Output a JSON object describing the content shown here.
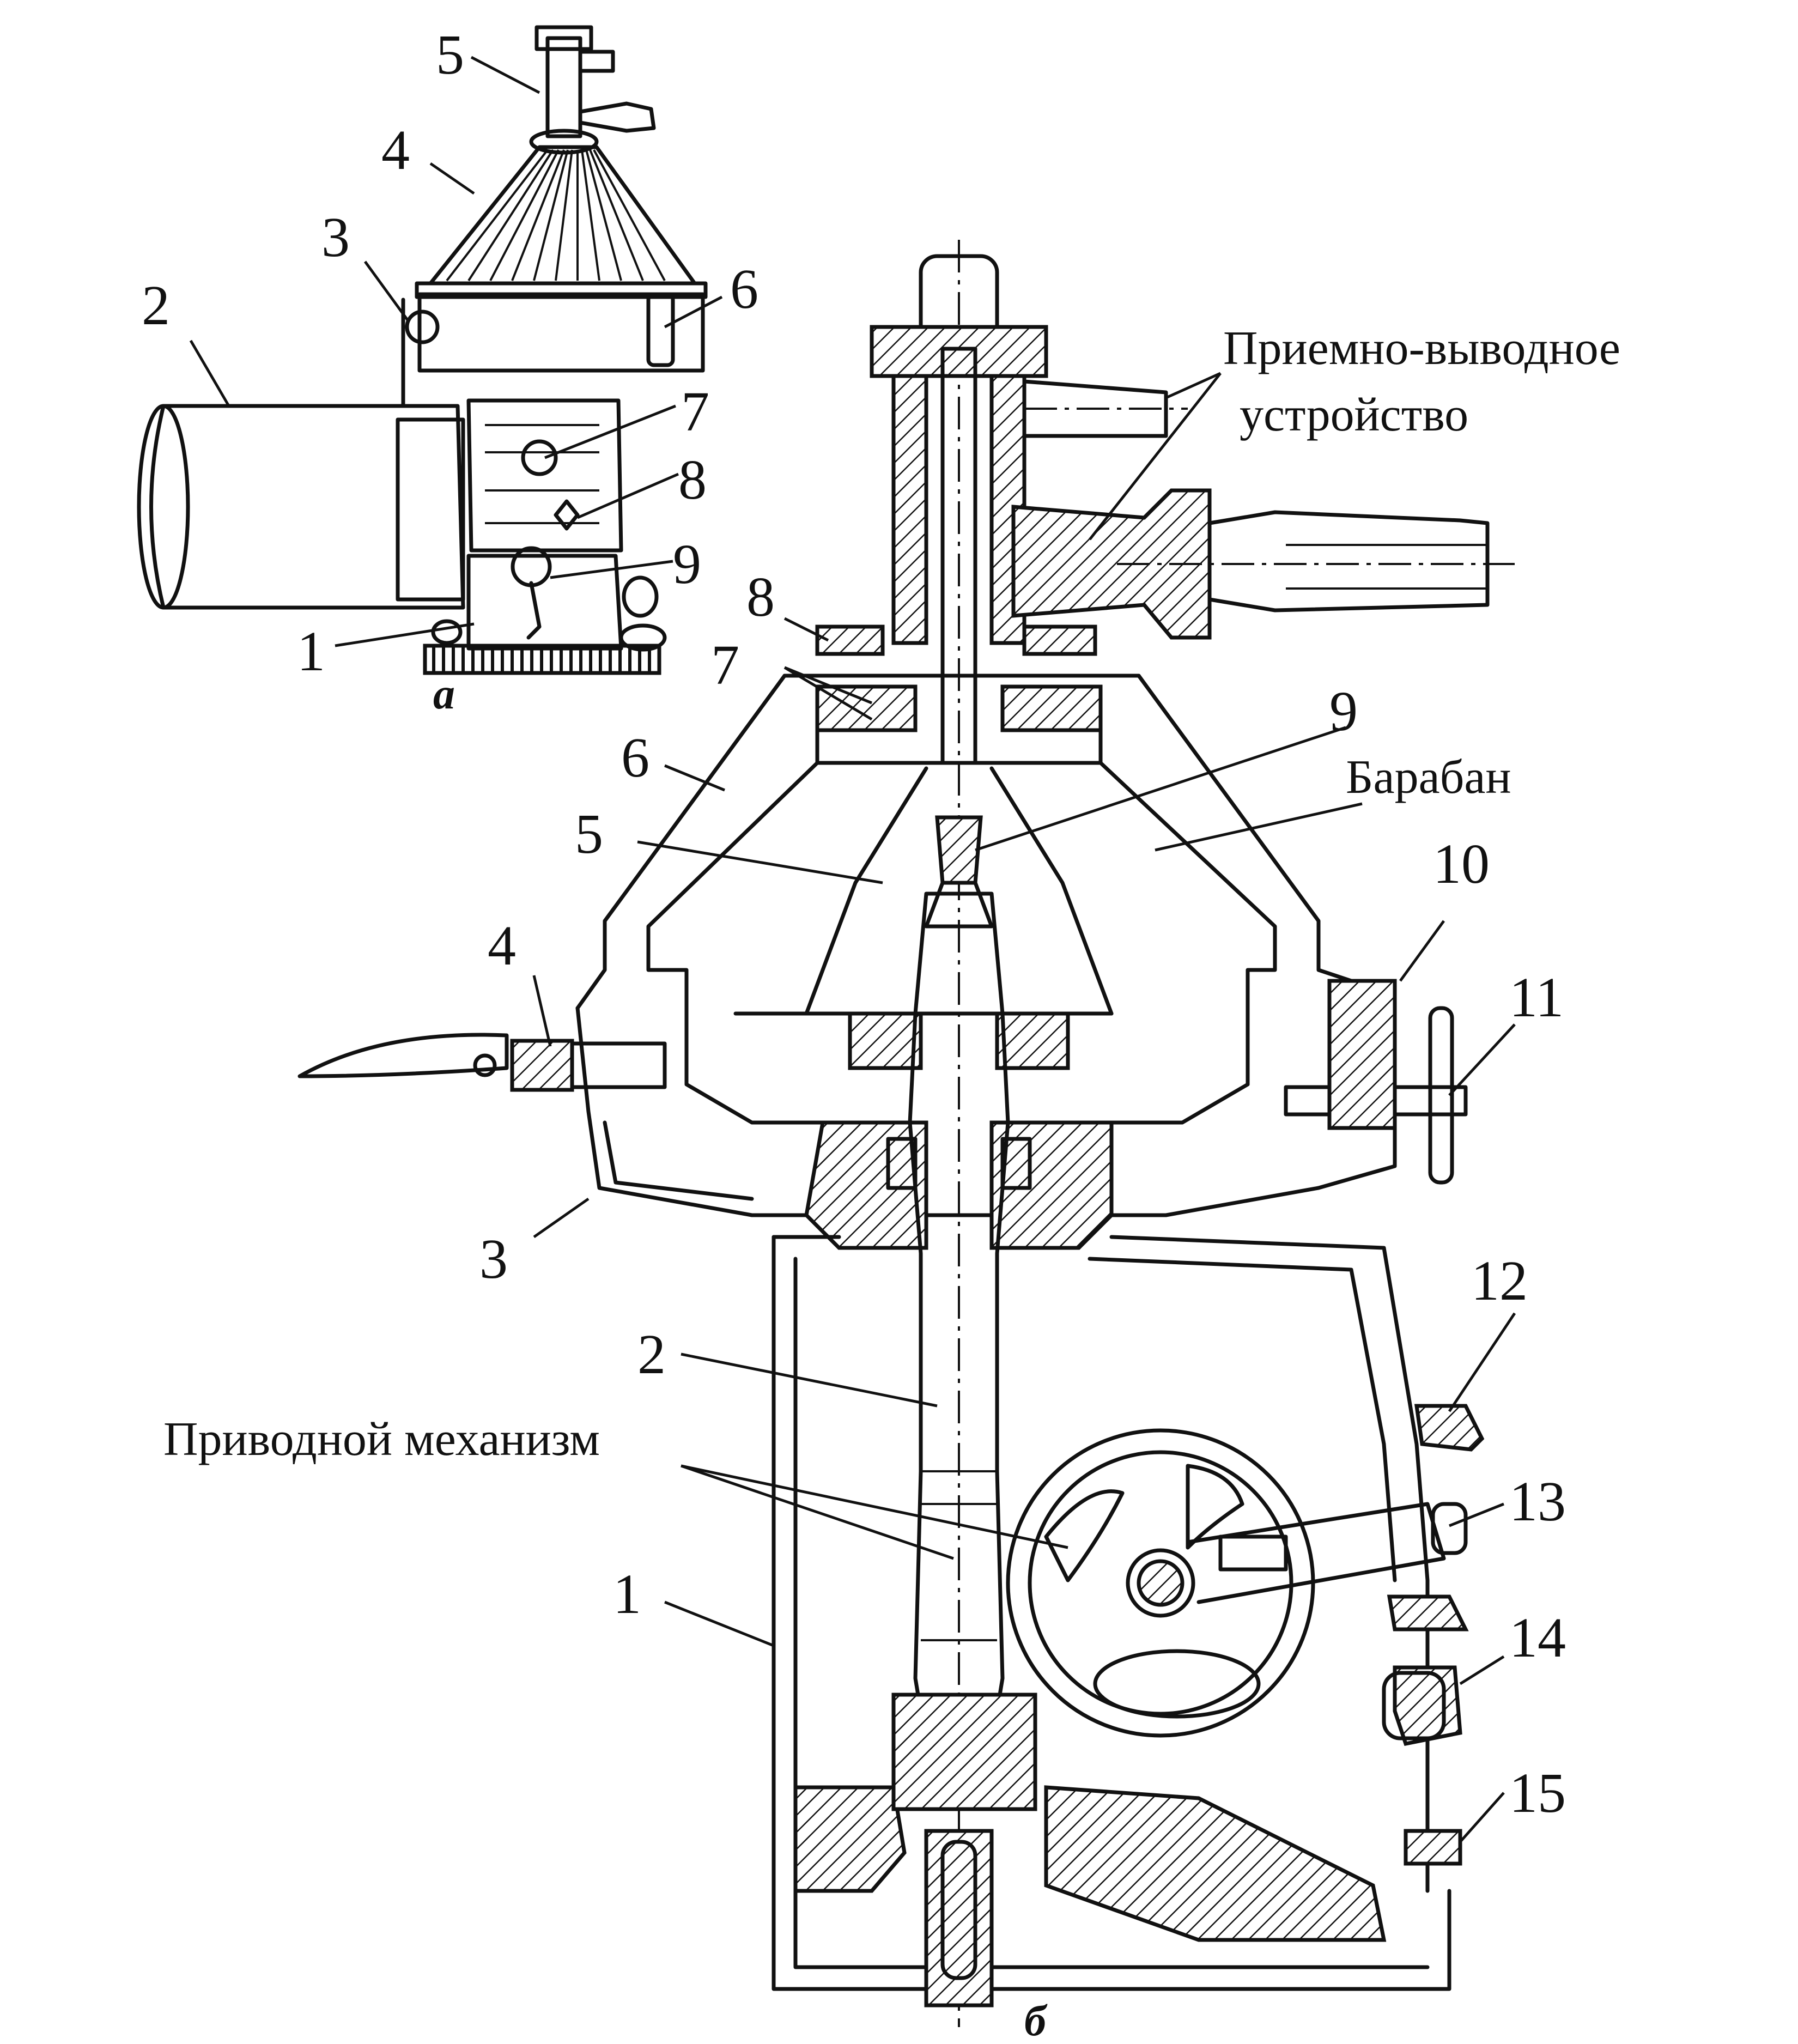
{
  "figure_a": {
    "sublabel": "а",
    "callouts": [
      "1",
      "2",
      "3",
      "4",
      "5",
      "6",
      "7",
      "8",
      "9"
    ]
  },
  "figure_b": {
    "sublabel": "б",
    "callouts": [
      "1",
      "2",
      "3",
      "4",
      "5",
      "6",
      "7",
      "8",
      "9",
      "10",
      "11",
      "12",
      "13",
      "14",
      "15"
    ],
    "caption_inlet_outlet_line1": "Приемно-выводное",
    "caption_inlet_outlet_line2": "устройство",
    "caption_drum": "Барабан",
    "caption_drive": "Приводной механизм"
  }
}
